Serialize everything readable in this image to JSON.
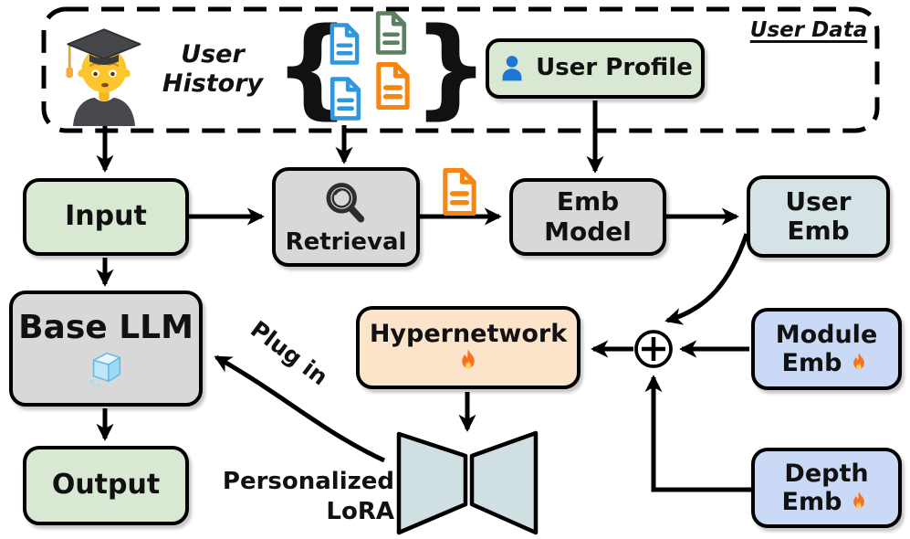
{
  "user_data_panel": {
    "label": "User Data",
    "user_history": {
      "line1": "User",
      "line2": "History"
    },
    "brace_open": "{",
    "brace_close": "}"
  },
  "nodes": {
    "user_profile": {
      "label": "User Profile"
    },
    "input": {
      "label": "Input"
    },
    "retrieval": {
      "label": "Retrieval"
    },
    "emb_model": {
      "line1": "Emb",
      "line2": "Model"
    },
    "user_emb": {
      "line1": "User",
      "line2": "Emb"
    },
    "base_llm": {
      "label": "Base LLM"
    },
    "output": {
      "label": "Output"
    },
    "hypernetwork": {
      "label": "Hypernetwork"
    },
    "module_emb": {
      "line1": "Module",
      "line2": "Emb"
    },
    "depth_emb": {
      "line1": "Depth",
      "line2": "Emb"
    }
  },
  "annotations": {
    "plug_in": "Plug in",
    "personalized_lora": {
      "line1": "Personalized",
      "line2": "LoRA"
    }
  },
  "icons": {
    "student": "student-graduate",
    "user_profile_person": "person-silhouette",
    "retrieval_magnifier": "magnifying-glass",
    "history_documents": [
      "doc-blue",
      "doc-green",
      "doc-blue",
      "doc-orange"
    ],
    "retrieved_document": "doc-orange",
    "frozen_marker": "ice-cube",
    "trainable_marker": "flame",
    "combiner": "circle-plus"
  },
  "colors": {
    "green_box": "#d9e8d2",
    "gray_box": "#d8d8d8",
    "user_emb_box": "#d6e3e6",
    "blue_emb_box": "#c9d9f6",
    "hypernetwork_box": "#fbe4c9",
    "lora_shape": "#cfdfe2",
    "doc_blue": "#2e97de",
    "doc_green": "#5d8060",
    "doc_orange": "#f6860f",
    "person_blue": "#1d76d2",
    "stroke": "#000000"
  }
}
